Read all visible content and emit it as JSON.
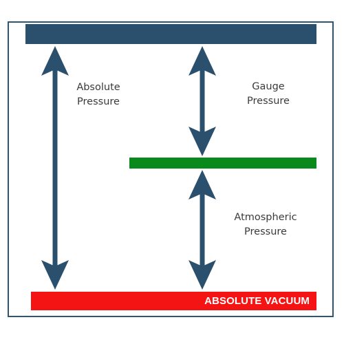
{
  "colors": {
    "frame": "#2f5574",
    "top_bar": "#2b506e",
    "gauge_bar": "#0a8a1c",
    "vacuum_bar": "#f51414",
    "arrow": "#2b506e",
    "text": "#3a3a3a"
  },
  "labels": {
    "absolute_pressure": [
      "Absolute",
      "Pressure"
    ],
    "gauge_pressure": [
      "Gauge",
      "Pressure"
    ],
    "atmospheric_pressure": [
      "Atmospheric",
      "Pressure"
    ]
  },
  "vacuum_label": "ABSOLUTE VACUUM",
  "arrows": [
    {
      "name": "absolute-pressure-arrow",
      "from": "top-bar",
      "to": "vacuum-bar"
    },
    {
      "name": "gauge-pressure-arrow",
      "from": "top-bar",
      "to": "gauge-bar"
    },
    {
      "name": "atmospheric-pressure-arrow",
      "from": "gauge-bar",
      "to": "vacuum-bar"
    }
  ]
}
